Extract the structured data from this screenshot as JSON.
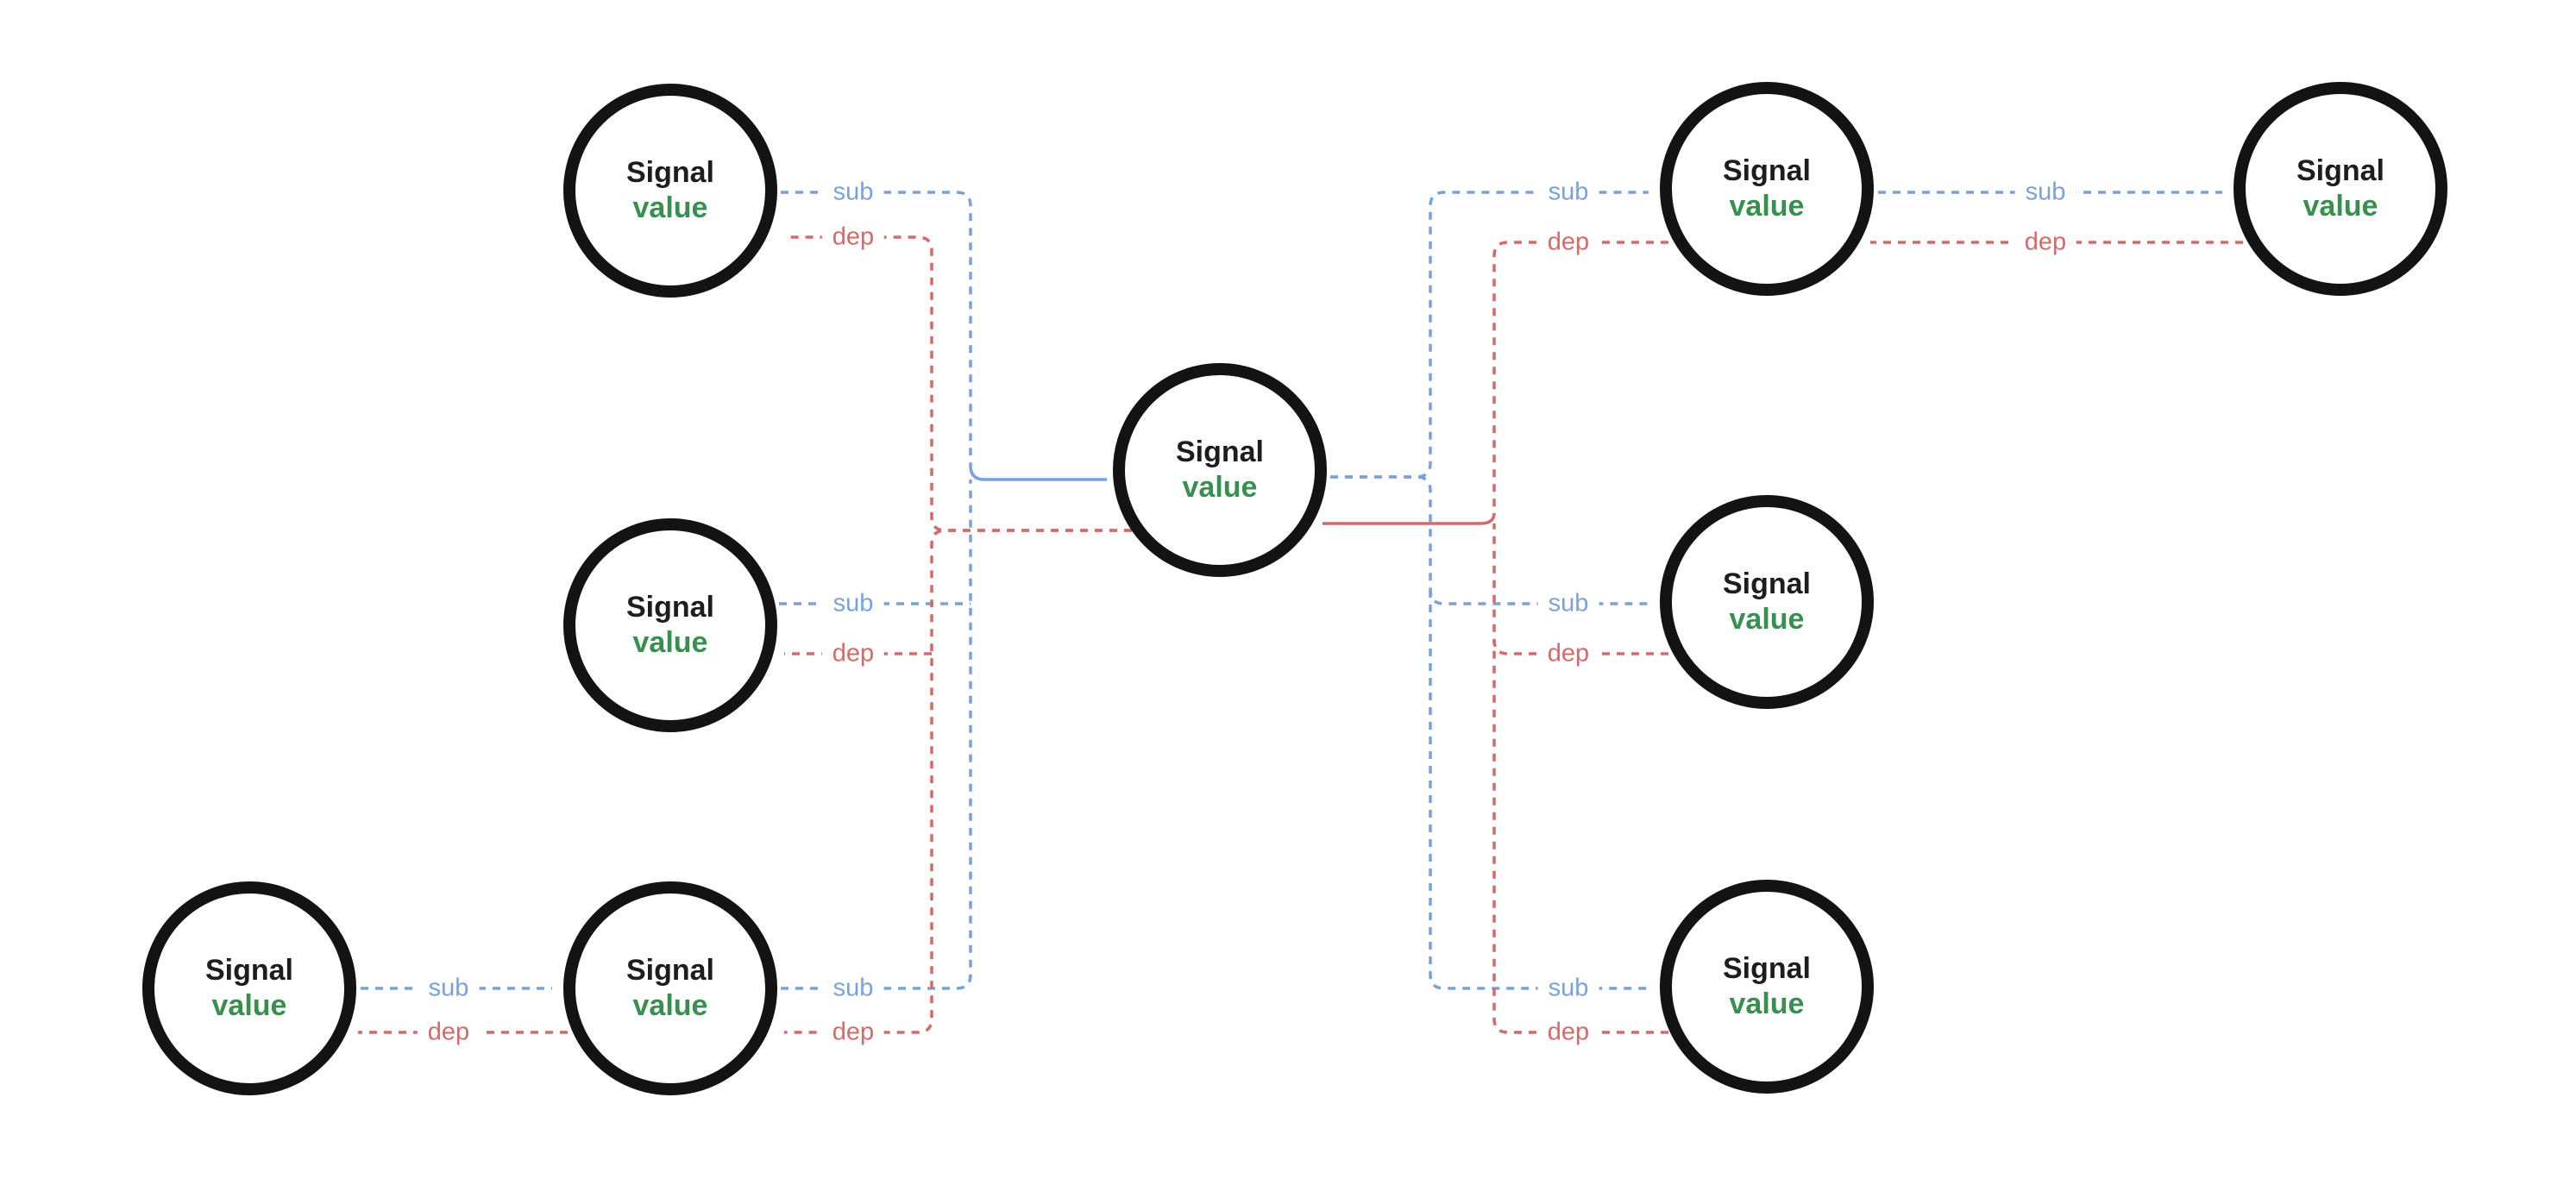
{
  "diagram": {
    "type": "signal-dependency-graph",
    "colors": {
      "sub": "#7ba1dc",
      "dep": "#d46a6a",
      "value": "#38904f",
      "node-border": "#131313",
      "node-text": "#1d1d1f",
      "background": "#ffffff"
    },
    "edge_labels": {
      "sub": "sub",
      "dep": "dep"
    },
    "nodes": [
      {
        "id": "top-left",
        "label": "Signal",
        "value": "value"
      },
      {
        "id": "mid-left",
        "label": "Signal",
        "value": "value"
      },
      {
        "id": "outer-bottom-left",
        "label": "Signal",
        "value": "value"
      },
      {
        "id": "bottom-left",
        "label": "Signal",
        "value": "value"
      },
      {
        "id": "center",
        "label": "Signal",
        "value": "value"
      },
      {
        "id": "top-right",
        "label": "Signal",
        "value": "value"
      },
      {
        "id": "far-top-right",
        "label": "Signal",
        "value": "value"
      },
      {
        "id": "mid-right",
        "label": "Signal",
        "value": "value"
      },
      {
        "id": "bottom-right",
        "label": "Signal",
        "value": "value"
      }
    ],
    "edges": [
      {
        "from": "top-left",
        "to": "center",
        "type": "sub"
      },
      {
        "from": "mid-left",
        "to": "center",
        "type": "sub"
      },
      {
        "from": "bottom-left",
        "to": "center",
        "type": "sub"
      },
      {
        "from": "outer-bottom-left",
        "to": "bottom-left",
        "type": "sub"
      },
      {
        "from": "center",
        "to": "top-right",
        "type": "sub"
      },
      {
        "from": "center",
        "to": "mid-right",
        "type": "sub"
      },
      {
        "from": "center",
        "to": "bottom-right",
        "type": "sub"
      },
      {
        "from": "top-right",
        "to": "far-top-right",
        "type": "sub"
      },
      {
        "from": "center",
        "to": "top-left",
        "type": "dep"
      },
      {
        "from": "center",
        "to": "mid-left",
        "type": "dep"
      },
      {
        "from": "center",
        "to": "bottom-left",
        "type": "dep"
      },
      {
        "from": "bottom-left",
        "to": "outer-bottom-left",
        "type": "dep"
      },
      {
        "from": "top-right",
        "to": "center",
        "type": "dep"
      },
      {
        "from": "mid-right",
        "to": "center",
        "type": "dep"
      },
      {
        "from": "bottom-right",
        "to": "center",
        "type": "dep"
      },
      {
        "from": "far-top-right",
        "to": "top-right",
        "type": "dep"
      }
    ]
  }
}
